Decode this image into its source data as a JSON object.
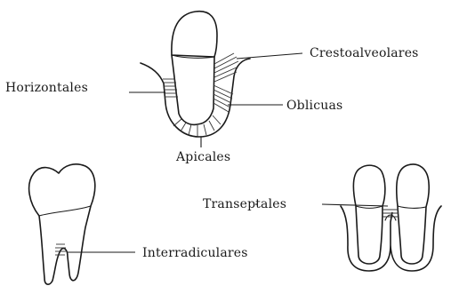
{
  "labels": {
    "crestoalveolares": "Crestoalveolares",
    "horizontales": "Horizontales",
    "oblicuas": "Oblicuas",
    "apicales": "Apicales",
    "transeptales": "Transeptales",
    "interradiculares": "Interradiculares"
  }
}
